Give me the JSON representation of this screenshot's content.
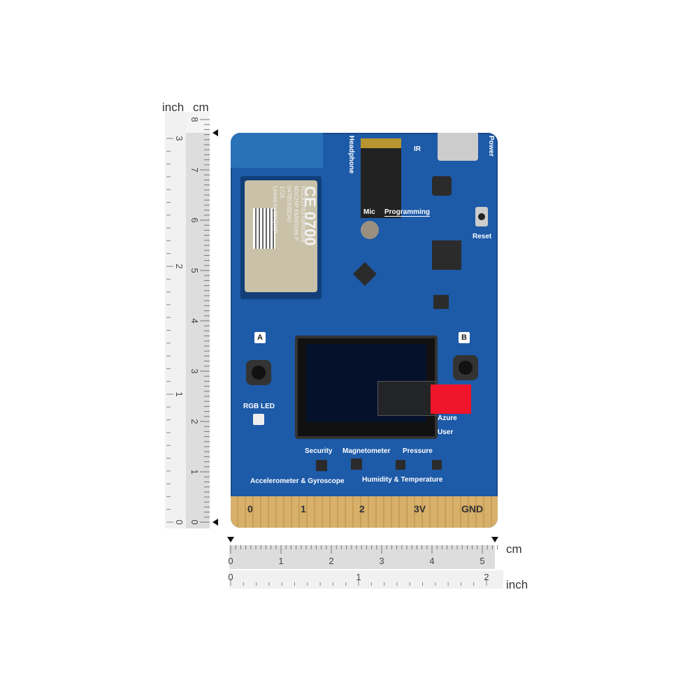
{
  "rulers": {
    "vertical": {
      "unit_left": "inch",
      "unit_right": "cm",
      "cm_labels": [
        "0",
        "1",
        "2",
        "3",
        "4",
        "5",
        "6",
        "7",
        "8"
      ],
      "inch_labels": [
        "0",
        "1",
        "2",
        "3"
      ]
    },
    "horizontal": {
      "unit_top": "cm",
      "unit_bottom": "inch",
      "cm_labels": [
        "0",
        "1",
        "2",
        "3",
        "4",
        "5"
      ],
      "inch_labels": [
        "0",
        "1",
        "2"
      ]
    }
  },
  "board": {
    "module": {
      "mark": "CE 0700",
      "fcc": "FCCID:P53-EMW3166",
      "lines": [
        "MXCHIP EMW3166-P",
        "0478530BDA0",
        "1725",
        "Linked by MXCHIP"
      ]
    },
    "labels": {
      "headphone": "Headphone",
      "ir": "IR",
      "power": "Power",
      "mic": "Mic",
      "programming": "Programming",
      "reset": "Reset",
      "a": "A",
      "b": "B",
      "rgb_led": "RGB LED",
      "azure": "Azure",
      "user": "User",
      "security": "Security",
      "magnetometer": "Magnetometer",
      "pressure": "Pressure",
      "accel": "Accelerometer & Gyroscope",
      "humidity": "Humidity & Temperature"
    },
    "pads": [
      "0",
      "1",
      "2",
      "3V",
      "GND"
    ]
  }
}
